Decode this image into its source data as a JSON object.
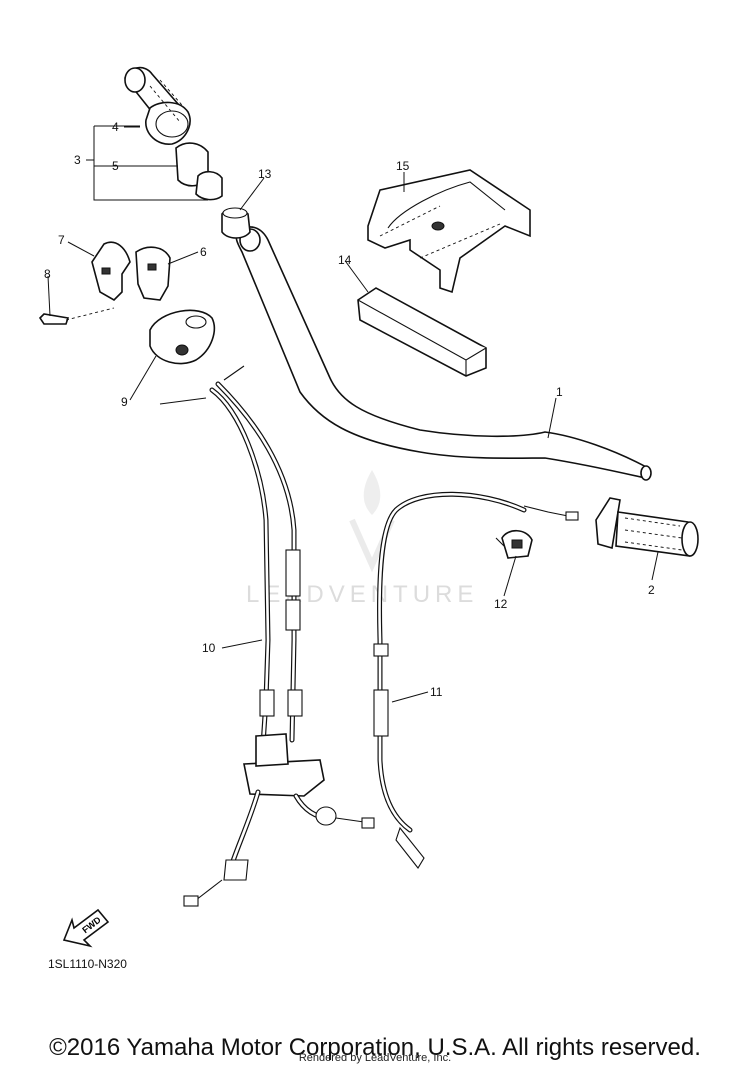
{
  "diagram": {
    "code": "1SL1110-N320",
    "fwd_label": "FWD",
    "watermark": "LEADVENTURE",
    "copyright": "©2016 Yamaha Motor Corporation, U.S.A. All rights reserved.",
    "rendered_by": "Rendered by LeadVenture, Inc.",
    "callouts": [
      "1",
      "2",
      "3",
      "4",
      "5",
      "6",
      "7",
      "8",
      "9",
      "10",
      "11",
      "12",
      "13",
      "14",
      "15"
    ]
  }
}
